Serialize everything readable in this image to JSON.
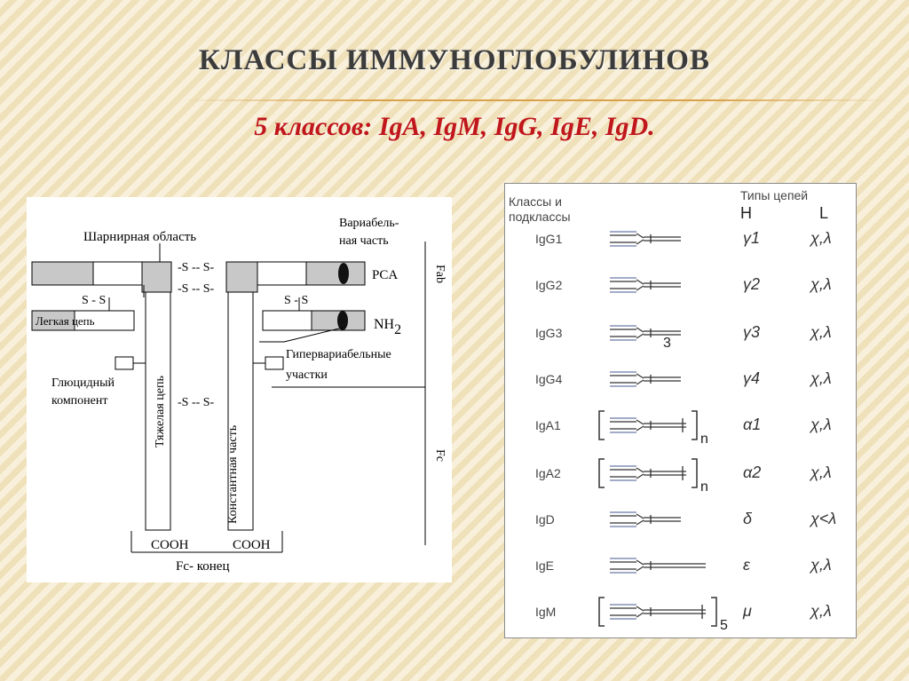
{
  "slide": {
    "title": "КЛАССЫ ИММУНОГЛОБУЛИНОВ",
    "subtitle": "5 классов: IgA, IgM, IgG, IgE, IgD."
  },
  "left_diagram": {
    "hinge_label": "Шарнирная область",
    "variable_label_line1": "Вариабель-",
    "variable_label_line2": "ная часть",
    "pca_label": "PCA",
    "fab_label": "Fab",
    "fc_label": "Fc",
    "ss_bond": "-S -- S-",
    "ss_short": "S - S",
    "light_chain_label": "Легкая цепь",
    "nh2_label": "NH",
    "nh2_sub": "2",
    "hypervariable_line1": "Гипервариабельные",
    "hypervariable_line2": "участки",
    "glycosyl_line1": "Глюцидный",
    "glycosyl_line2": "компонент",
    "heavy_chain_label": "Тяжелая цепь",
    "constant_part_label": "Константная часть",
    "cooh_label": "COOH",
    "fc_end_label": "Fc- конец"
  },
  "right_table": {
    "header_classes_line1": "Классы и",
    "header_classes_line2": "подклассы",
    "header_types": "Типы цепей",
    "header_h": "H",
    "header_l": "L",
    "rows": [
      {
        "class": "IgG1",
        "heavy": "γ1",
        "light": "χ,λ",
        "suffix": ""
      },
      {
        "class": "IgG2",
        "heavy": "γ2",
        "light": "χ,λ",
        "suffix": ""
      },
      {
        "class": "IgG3",
        "heavy": "γ3",
        "light": "χ,λ",
        "suffix": "3"
      },
      {
        "class": "IgG4",
        "heavy": "γ4",
        "light": "χ,λ",
        "suffix": ""
      },
      {
        "class": "IgA1",
        "heavy": "α1",
        "light": "χ,λ",
        "suffix": "n"
      },
      {
        "class": "IgA2",
        "heavy": "α2",
        "light": "χ,λ",
        "suffix": "n"
      },
      {
        "class": "IgD",
        "heavy": "δ",
        "light": "χ<λ",
        "suffix": ""
      },
      {
        "class": "IgE",
        "heavy": "ε",
        "light": "χ,λ",
        "suffix": ""
      },
      {
        "class": "IgM",
        "heavy": "μ",
        "light": "χ,λ",
        "suffix": "5"
      }
    ]
  }
}
